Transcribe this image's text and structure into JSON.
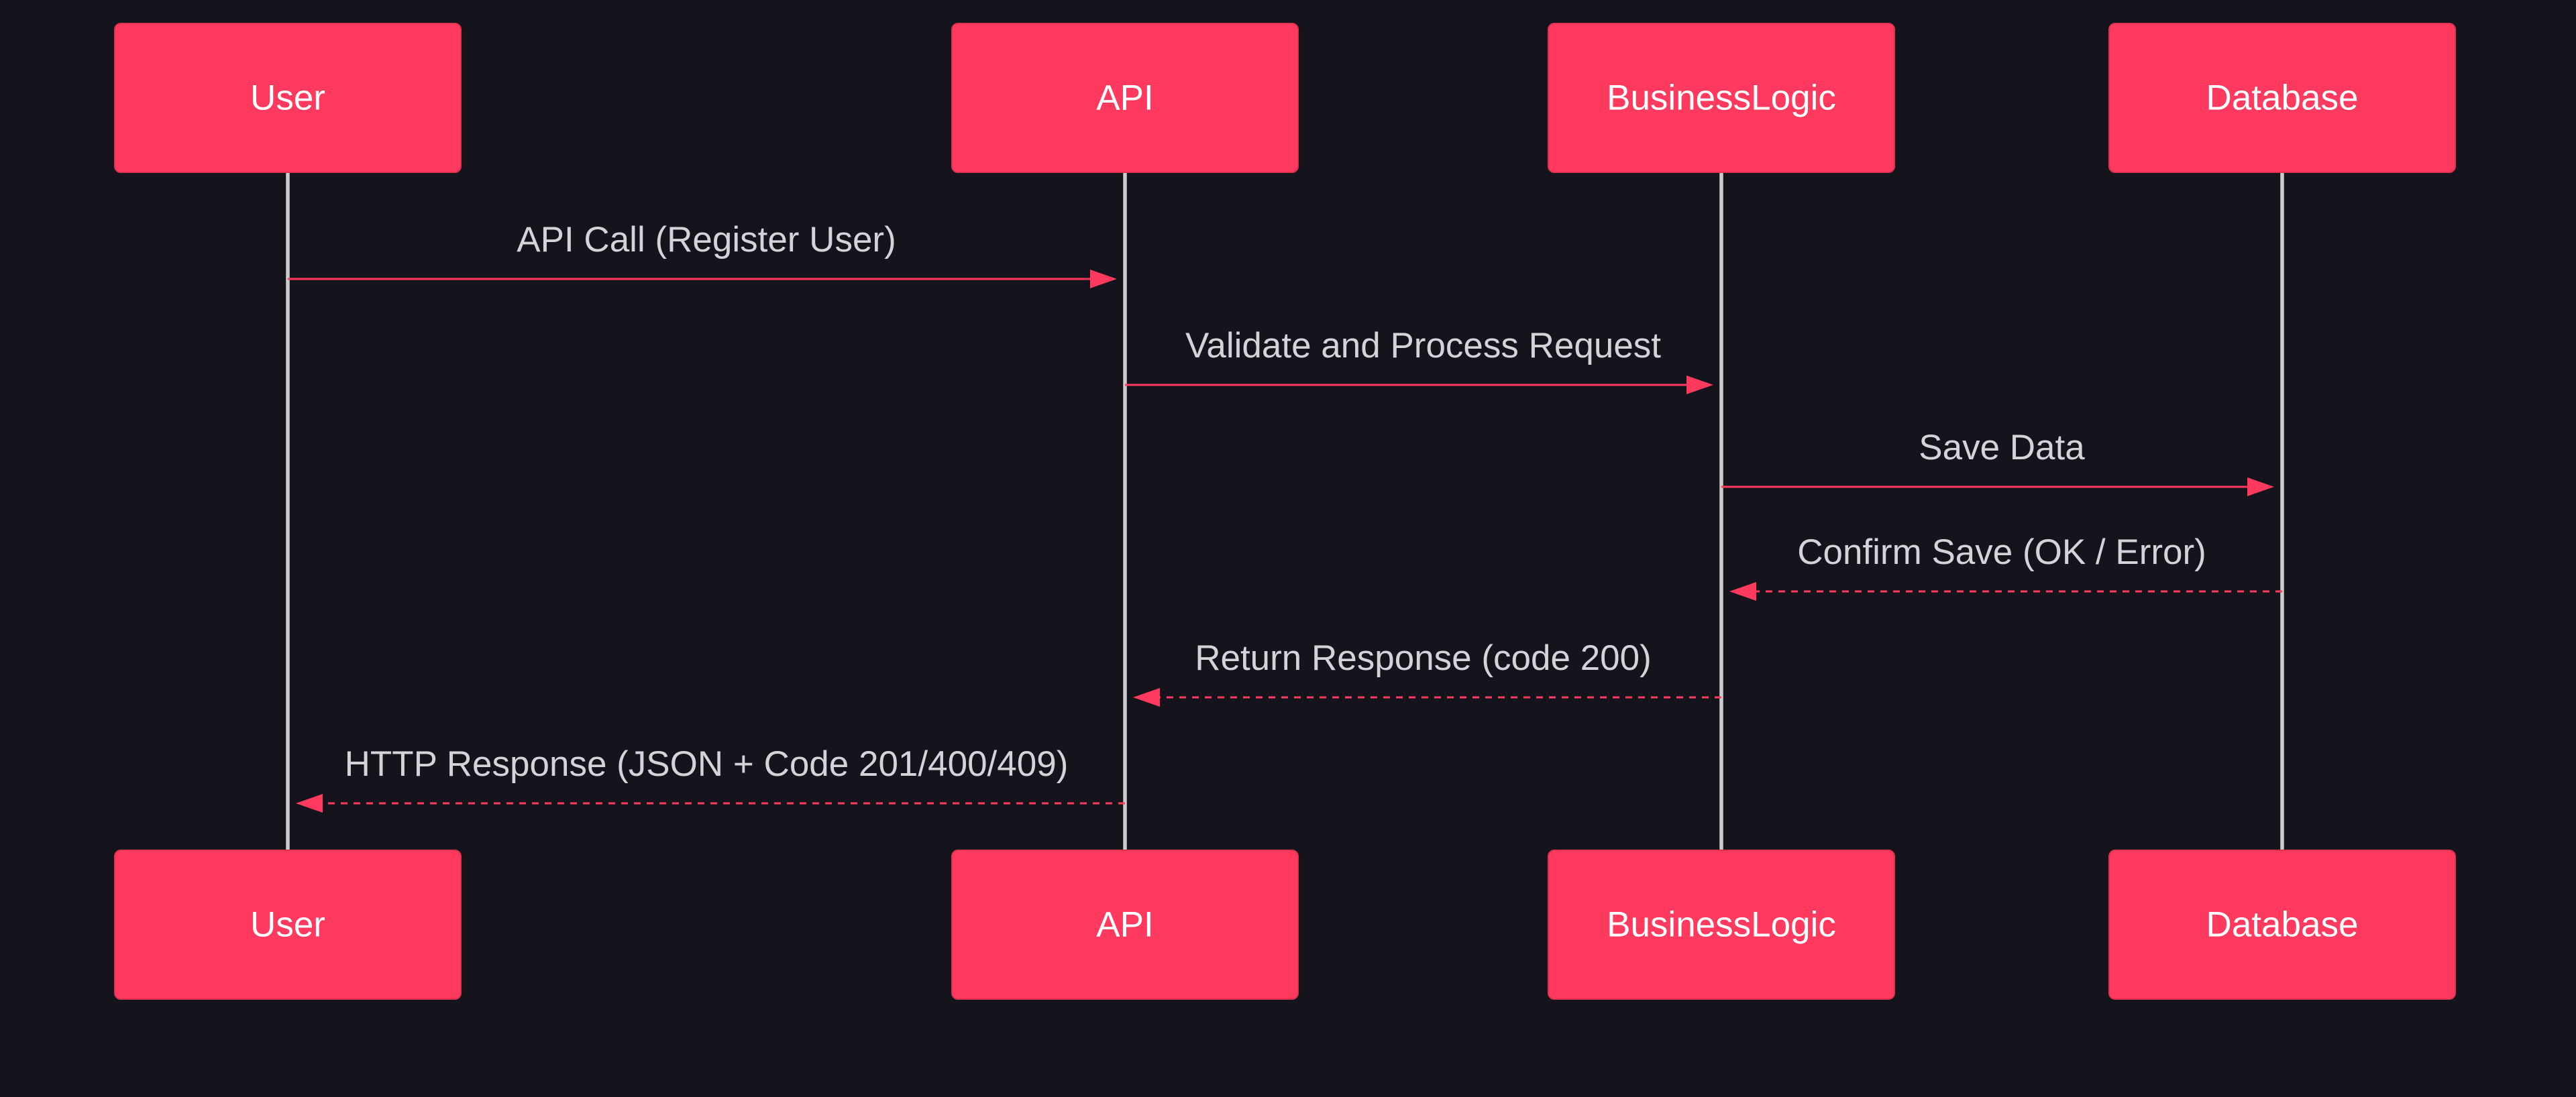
{
  "diagram": {
    "type": "sequence",
    "colors": {
      "background": "#15141d",
      "actor_fill": "#ff3a5e",
      "actor_text": "#ffffff",
      "lifeline": "#cccccc",
      "message_line": "#ff3a5e",
      "message_text": "#d4d4d8"
    },
    "participants": [
      {
        "id": "user",
        "label": "User"
      },
      {
        "id": "api",
        "label": "API"
      },
      {
        "id": "logic",
        "label": "BusinessLogic"
      },
      {
        "id": "db",
        "label": "Database"
      }
    ],
    "messages": [
      {
        "from": "user",
        "to": "api",
        "label": "API Call (Register User)",
        "style": "solid"
      },
      {
        "from": "api",
        "to": "logic",
        "label": "Validate and Process Request",
        "style": "solid"
      },
      {
        "from": "logic",
        "to": "db",
        "label": "Save Data",
        "style": "solid"
      },
      {
        "from": "db",
        "to": "logic",
        "label": "Confirm Save (OK / Error)",
        "style": "dashed"
      },
      {
        "from": "logic",
        "to": "api",
        "label": "Return Response (code 200)",
        "style": "dashed"
      },
      {
        "from": "api",
        "to": "user",
        "label": "HTTP Response (JSON + Code 201/400/409)",
        "style": "dashed"
      }
    ]
  }
}
